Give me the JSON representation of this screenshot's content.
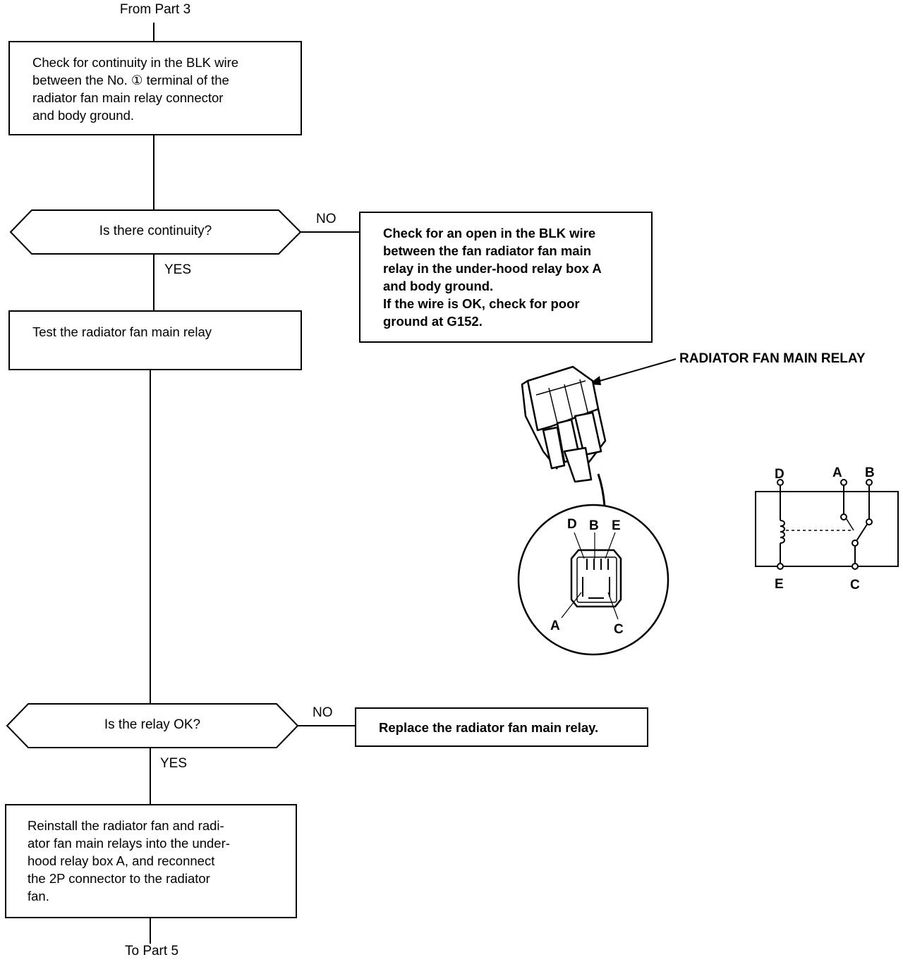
{
  "flow": {
    "from": "From Part 3",
    "to": "To Part 5",
    "step1": "Check for continuity in the BLK wire\nbetween the No. ① terminal of the\nradiator fan main relay connector\nand body ground.",
    "decision1": "Is there continuity?",
    "decision1_no": "NO",
    "decision1_yes": "YES",
    "no1_action": "Check for an open in the BLK wire\nbetween the fan radiator fan main\nrelay in the under-hood relay box A\nand body ground.\nIf the wire is OK, check for poor\nground at G152.",
    "step2": "Test the radiator fan main relay",
    "decision2": "Is the relay OK?",
    "decision2_no": "NO",
    "decision2_yes": "YES",
    "no2_action": "Replace the radiator fan main relay.",
    "step3": "Reinstall the radiator fan and radi-\nator fan main relays into the under-\nhood relay box A, and reconnect\nthe 2P connector to the radiator\nfan."
  },
  "figure": {
    "relay_label": "RADIATOR FAN MAIN RELAY",
    "connector_pins": {
      "d": "D",
      "b": "B",
      "e": "E",
      "a": "A",
      "c": "C"
    },
    "schematic_pins": {
      "d": "D",
      "a": "A",
      "b": "B",
      "e": "E",
      "c": "C"
    }
  }
}
